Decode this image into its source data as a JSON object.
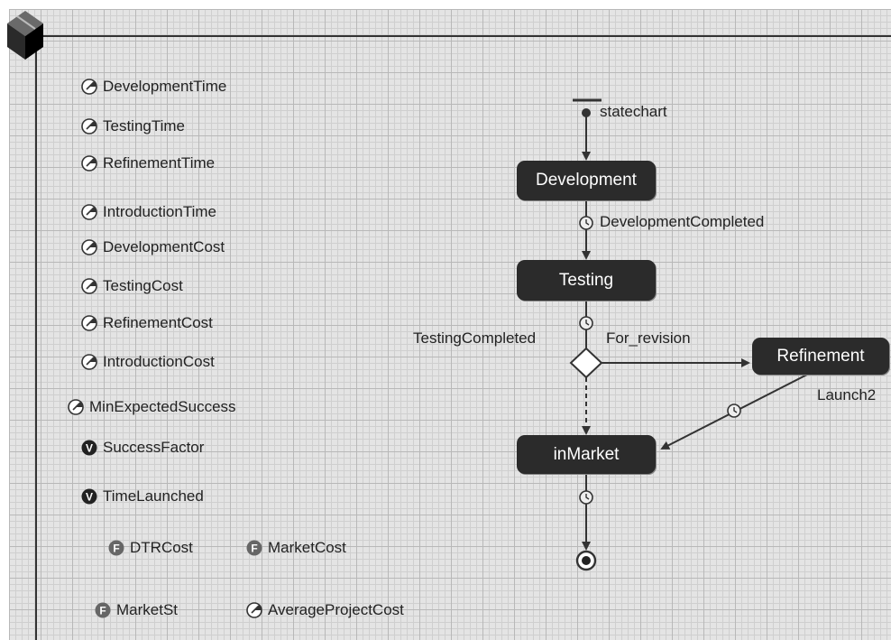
{
  "parameters": [
    {
      "name": "DevelopmentTime",
      "icon": "parameter-icon"
    },
    {
      "name": "TestingTime",
      "icon": "parameter-icon"
    },
    {
      "name": "RefinementTime",
      "icon": "parameter-icon"
    },
    {
      "name": "IntroductionTime",
      "icon": "parameter-icon"
    },
    {
      "name": "DevelopmentCost",
      "icon": "parameter-icon"
    },
    {
      "name": "TestingCost",
      "icon": "parameter-icon"
    },
    {
      "name": "RefinementCost",
      "icon": "parameter-icon"
    },
    {
      "name": "IntroductionCost",
      "icon": "parameter-icon"
    },
    {
      "name": "MinExpectedSuccess",
      "icon": "parameter-icon"
    }
  ],
  "variables": [
    {
      "name": "SuccessFactor",
      "icon": "variable-icon",
      "letter": "V"
    },
    {
      "name": "TimeLaunched",
      "icon": "variable-icon",
      "letter": "V"
    }
  ],
  "functions": [
    {
      "name": "DTRCost",
      "icon": "function-icon",
      "letter": "F"
    },
    {
      "name": "MarketCost",
      "icon": "function-icon",
      "letter": "F"
    },
    {
      "name": "MarketSt",
      "icon": "function-icon",
      "letter": "F"
    }
  ],
  "extra_parameter": {
    "name": "AverageProjectCost",
    "icon": "parameter-icon"
  },
  "statechart": {
    "entry_label": "statechart",
    "states": {
      "development": "Development",
      "testing": "Testing",
      "refinement": "Refinement",
      "in_market": "inMarket"
    },
    "transitions": {
      "development_completed": "DevelopmentCompleted",
      "testing_completed": "TestingCompleted",
      "for_revision": "For_revision",
      "launch2": "Launch2"
    }
  },
  "colors": {
    "state_fill": "#2b2b2b",
    "state_text": "#ffffff",
    "grid_bg": "#e4e4e4",
    "line": "#333333"
  }
}
